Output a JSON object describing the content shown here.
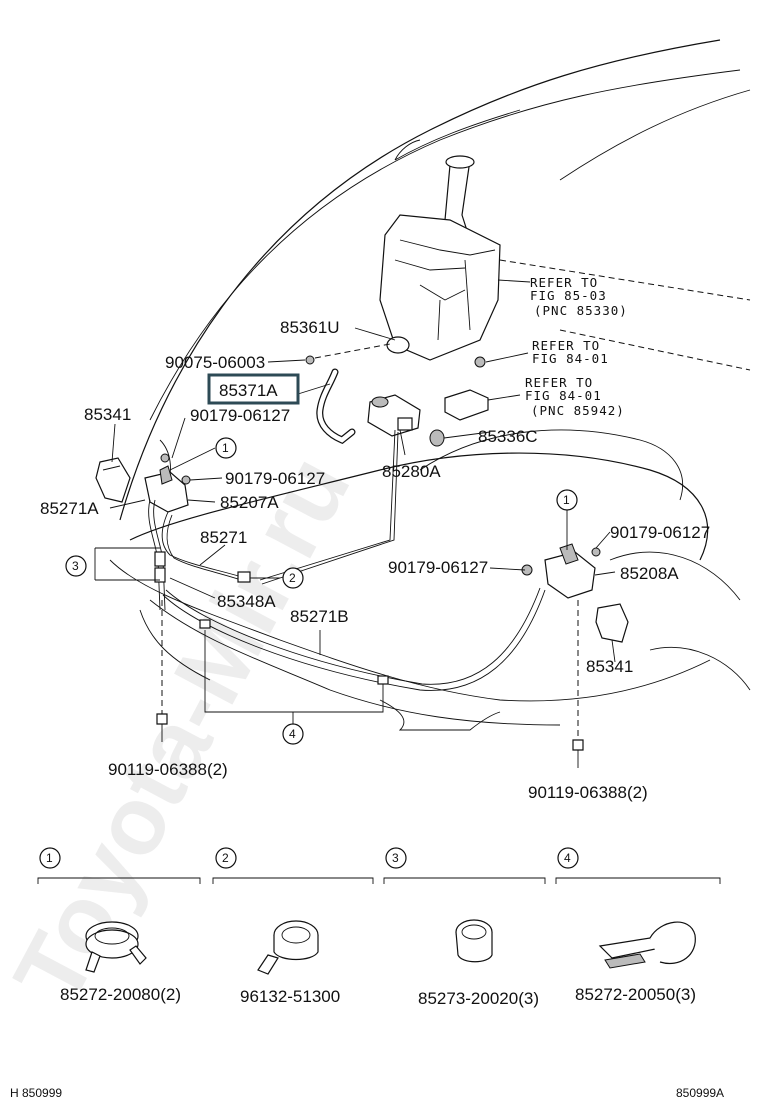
{
  "diagram": {
    "watermark": "Toyota-Mir.ru",
    "parts": {
      "p85361U": "85361U",
      "p90075": "90075-06003",
      "p85371A": "85371A",
      "p85341_left": "85341",
      "p90179_a": "90179-06127",
      "p90179_b": "90179-06127",
      "p85271A": "85271A",
      "p85207A": "85207A",
      "p85271": "85271",
      "p85348A": "85348A",
      "p85271B": "85271B",
      "p90119_left": "90119-06388(2)",
      "p85280A": "85280A",
      "p85336C": "85336C",
      "p90179_c": "90179-06127",
      "p90179_d": "90179-06127",
      "p85208A": "85208A",
      "p85341_right": "85341",
      "p90119_right": "90119-06388(2)"
    },
    "refs": {
      "ref1_l1": "REFER TO",
      "ref1_l2": "FIG 85-03",
      "ref1_l3": "(PNC 85330)",
      "ref2_l1": "REFER TO",
      "ref2_l2": "FIG 84-01",
      "ref3_l1": "REFER TO",
      "ref3_l2": "FIG 84-01",
      "ref3_l3": "(PNC 85942)"
    },
    "callouts": [
      "1",
      "2",
      "3",
      "4"
    ],
    "legend": [
      {
        "num": "1",
        "part": "85272-20080(2)"
      },
      {
        "num": "2",
        "part": "96132-51300"
      },
      {
        "num": "3",
        "part": "85273-20020(3)"
      },
      {
        "num": "4",
        "part": "85272-20050(3)"
      }
    ],
    "footer": {
      "left": "H 850999",
      "right": "850999A"
    }
  }
}
